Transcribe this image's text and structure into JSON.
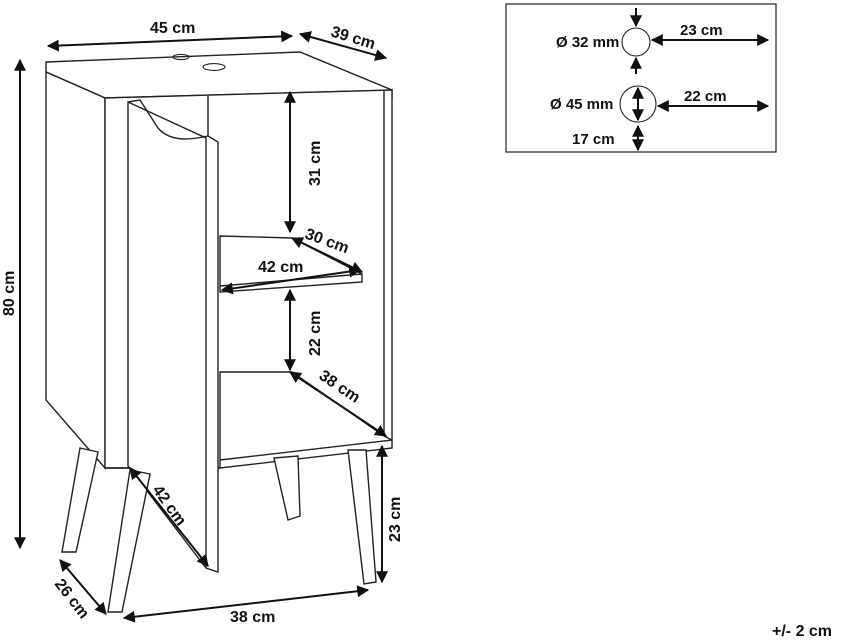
{
  "labels": {
    "width_top": "45 cm",
    "depth_top": "39 cm",
    "height_total": "80 cm",
    "shelf_upper_height": "31 cm",
    "shelf_depth": "30 cm",
    "shelf_width": "42 cm",
    "shelf_lower_height": "22 cm",
    "interior_depth": "38 cm",
    "door_width": "42 cm",
    "leg_height": "23 cm",
    "leg_depth": "26 cm",
    "leg_width": "38 cm",
    "hole_small_diameter": "Ø 32 mm",
    "hole_small_offset": "23 cm",
    "hole_large_diameter": "Ø 45 mm",
    "hole_large_offset": "22 cm",
    "hole_large_from_edge": "17 cm",
    "tolerance": "+/- 2 cm"
  }
}
